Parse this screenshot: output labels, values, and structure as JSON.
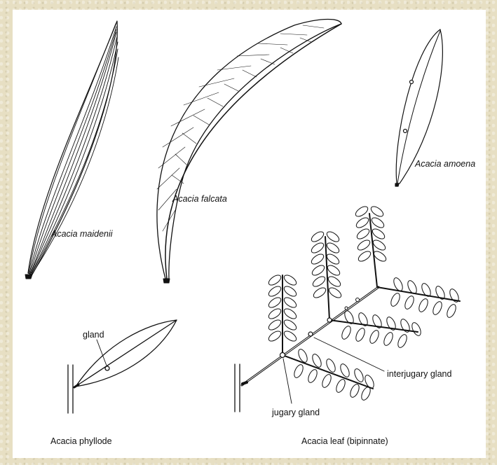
{
  "labels": {
    "maidenii": "Acacia maidenii",
    "falcata": "Acacia falcata",
    "amoena": "Acacia amoena",
    "gland": "gland",
    "phyllode": "Acacia phyllode",
    "interjugary": "interjugary gland",
    "jugary": "jugary gland",
    "bipinnate": "Acacia leaf (bipinnate)"
  },
  "colors": {
    "background": "#e7dfc3",
    "plate": "#ffffff",
    "ink": "#111111"
  }
}
